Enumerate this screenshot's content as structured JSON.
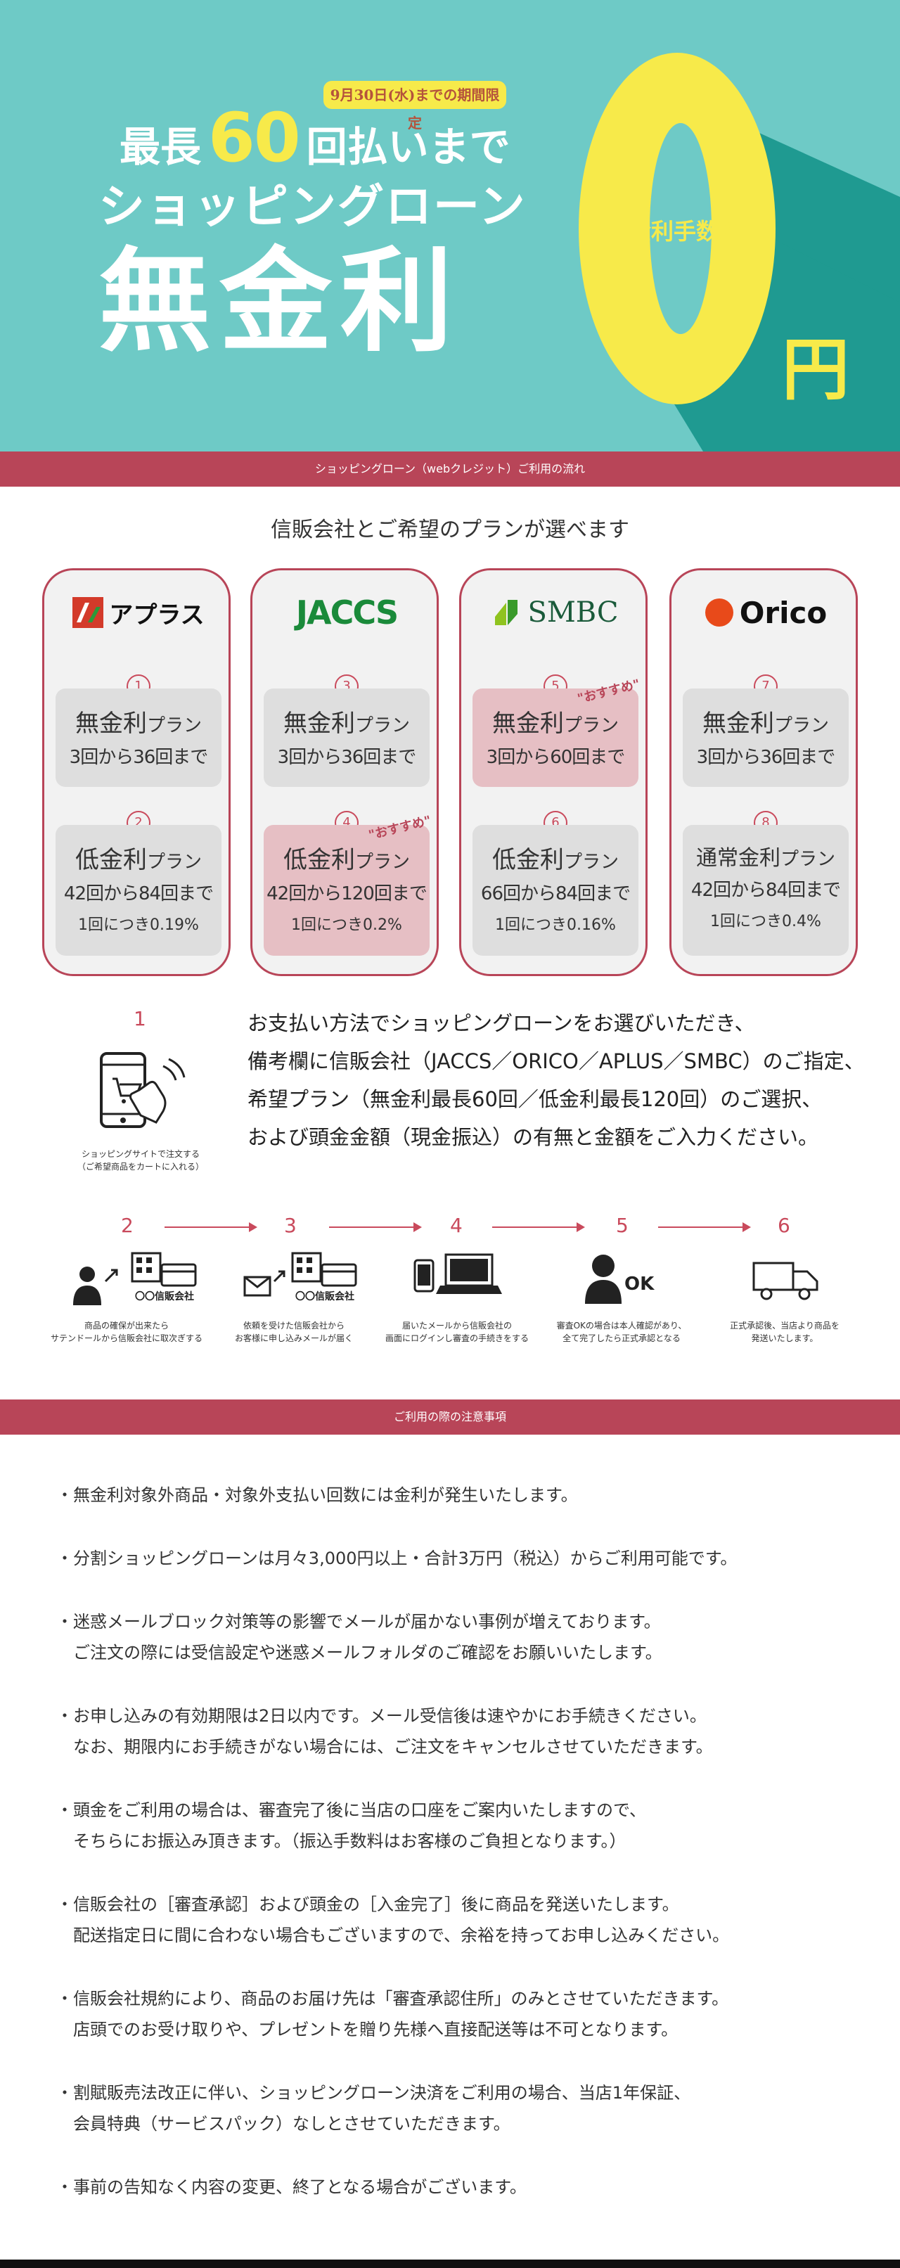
{
  "hero": {
    "period": "9月30日(水)までの期間限定",
    "line1_pre": "最長",
    "line1_num": "60",
    "line1_post": "回払いまで",
    "line2": "ショッピングローン",
    "line3": "無金利",
    "fee_label": "分割金利手数料",
    "zero": "0",
    "yen": "円",
    "colors": {
      "bg": "#6ecac6",
      "accent": "#f7ea4a",
      "shadow": "#1f9a91"
    }
  },
  "flow_section": {
    "title": "ショッピングローン（webクレジット）ご利用の流れ",
    "subtitle": "信販会社とご希望のプランが選べます"
  },
  "companies": [
    {
      "name": "アプラス",
      "plans": [
        {
          "num": "1",
          "name": "無金利",
          "suffix": "プラン",
          "count": "3回から36回まで"
        },
        {
          "num": "2",
          "name": "低金利",
          "suffix": "プラン",
          "count": "42回から84回まで",
          "rate": "1回につき0.19%"
        }
      ]
    },
    {
      "name": "JACCS",
      "plans": [
        {
          "num": "3",
          "name": "無金利",
          "suffix": "プラン",
          "count": "3回から36回まで"
        },
        {
          "num": "4",
          "name": "低金利",
          "suffix": "プラン",
          "count": "42回から120回まで",
          "rate": "1回につき0.2%",
          "recommend": "\"おすすめ\""
        }
      ]
    },
    {
      "name": "SMBC",
      "plans": [
        {
          "num": "5",
          "name": "無金利",
          "suffix": "プラン",
          "count": "3回から60回まで",
          "recommend": "\"おすすめ\""
        },
        {
          "num": "6",
          "name": "低金利",
          "suffix": "プラン",
          "count": "66回から84回まで",
          "rate": "1回につき0.16%"
        }
      ]
    },
    {
      "name": "Orico",
      "plans": [
        {
          "num": "7",
          "name": "無金利",
          "suffix": "プラン",
          "count": "3回から36回まで"
        },
        {
          "num": "8",
          "name": "通常金利",
          "suffix": "プラン",
          "count": "42回から84回まで",
          "rate": "1回につき0.4%"
        }
      ]
    }
  ],
  "step1": {
    "num": "1",
    "caption_1": "ショッピングサイトで注文する",
    "caption_2": "（ご希望商品をカートに入れる）",
    "lines": [
      "お支払い方法でショッピングローンをお選びいただき、",
      "備考欄に信販会社（JACCS／ORICO／APLUS／SMBC）のご指定、",
      "希望プラン（無金利最長60回／低金利最長120回）のご選択、",
      "および頭金金額（現金振込）の有無と金額をご入力ください。"
    ]
  },
  "flow": [
    {
      "num": "2",
      "label": "〇〇信販会社",
      "caption_1": "商品の確保が出来たら",
      "caption_2": "サテンドールから信販会社に取次ぎする"
    },
    {
      "num": "3",
      "label": "〇〇信販会社",
      "caption_1": "依頼を受けた信販会社から",
      "caption_2": "お客様に申し込みメールが届く"
    },
    {
      "num": "4",
      "caption_1": "届いたメールから信販会社の",
      "caption_2": "画面にログインし審査の手続きをする"
    },
    {
      "num": "5",
      "label": "OK",
      "caption_1": "審査OKの場合は本人確認があり、",
      "caption_2": "全て完了したら正式承認となる"
    },
    {
      "num": "6",
      "caption_1": "正式承認後、当店より商品を",
      "caption_2": "発送いたします。"
    }
  ],
  "notes_section": {
    "title": "ご利用の際の注意事項",
    "notes": [
      [
        "・無金利対象外商品・対象外支払い回数には金利が発生いたします。"
      ],
      [
        "・分割ショッピングローンは月々3,000円以上・合計3万円（税込）からご利用可能です。"
      ],
      [
        "・迷惑メールブロック対策等の影響でメールが届かない事例が増えております。",
        "　ご注文の際には受信設定や迷惑メールフォルダのご確認をお願いいたします。"
      ],
      [
        "・お申し込みの有効期限は2日以内です。メール受信後は速やかにお手続きください。",
        "　なお、期限内にお手続きがない場合には、ご注文をキャンセルさせていただきます。"
      ],
      [
        "・頭金をご利用の場合は、審査完了後に当店の口座をご案内いたしますので、",
        "　そちらにお振込み頂きます。（振込手数料はお客様のご負担となります。）"
      ],
      [
        "・信販会社の［審査承認］および頭金の［入金完了］後に商品を発送いたします。",
        "　配送指定日に間に合わない場合もございますので、余裕を持ってお申し込みください。"
      ],
      [
        "・信販会社規約により、商品のお届け先は「審査承認住所」のみとさせていただきます。",
        "　店頭でのお受け取りや、プレゼントを贈り先様へ直接配送等は不可となります。"
      ],
      [
        "・割賦販売法改正に伴い、ショッピングローン決済をご利用の場合、当店1年保証、",
        "　会員特典（サービスパック）なしとさせていただきます。"
      ],
      [
        "・事前の告知なく内容の変更、終了となる場合がございます。"
      ]
    ]
  }
}
